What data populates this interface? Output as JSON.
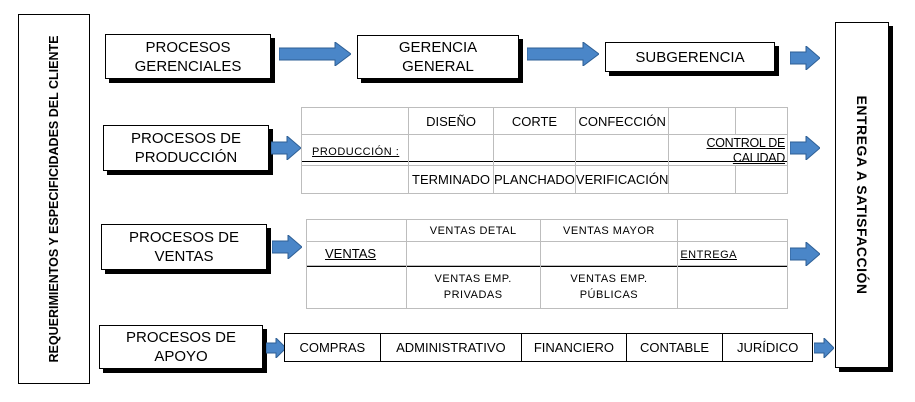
{
  "left_label": "REQUERIMIENTOS Y ESPECIFICIDADES DEL CLIENTE",
  "right_label": "ENTREGA A SATISFACCIÓN",
  "gerenciales": {
    "title": "PROCESOS GERENCIALES",
    "gerencia": "GERENCIA GENERAL",
    "subgerencia": "SUBGERENCIA"
  },
  "produccion": {
    "title": "PROCESOS DE PRODUCCIÓN",
    "row_label": "PRODUCCIÓN :",
    "top": [
      "DISEÑO",
      "CORTE",
      "CONFECCIÓN"
    ],
    "bottom": [
      "TERMINADO",
      "PLANCHADO",
      "VERIFICACIÓN"
    ],
    "end_label": "CONTROL DE CALIDAD"
  },
  "ventas": {
    "title": "PROCESOS DE VENTAS",
    "row_label": "VENTAS",
    "top": [
      "VENTAS DETAL",
      "VENTAS MAYOR"
    ],
    "bottom": [
      "VENTAS EMP. PRIVADAS",
      "VENTAS EMP. PÚBLICAS"
    ],
    "end_label": "ENTREGA"
  },
  "apoyo": {
    "title": "PROCESOS DE APOYO",
    "items": [
      "COMPRAS",
      "ADMINISTRATIVO",
      "FINANCIERO",
      "CONTABLE",
      "JURÍDICO"
    ]
  },
  "colors": {
    "arrow_fill": "#4a86c8",
    "arrow_stroke": "#2e5f95",
    "grid_line": "#bdbdbd"
  },
  "icons": {
    "arrow": "right-arrow-icon"
  }
}
